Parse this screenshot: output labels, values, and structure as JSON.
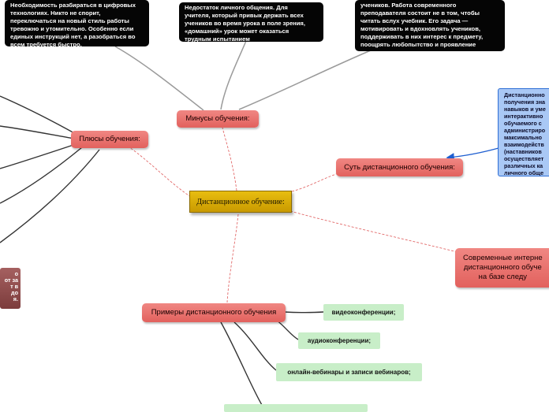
{
  "center": {
    "label": "Дистанционное обучение:"
  },
  "branches": {
    "minuses": "Минусы обучения:",
    "pluses": "Плюсы обучения:",
    "essence": "Суть дистанционного обучения:",
    "modern": "Современные интерне\nдистанционного обуче\nна базе следу",
    "examples": "Примеры дистанционного обучения"
  },
  "notes": {
    "digital": "Необходимость разбираться в цифровых\nтехнологиях. Никто не спорит,\nпереключаться на новый стиль работы\nтревожно и утомительно. Особенно если\nединых инструкций нет, а разобраться во\nвсем требуется быстро.",
    "personal": "Недостаток личного общения. Для\nучителя, который привык держать всех\nучеников во время урока в поле зрения,\n«домашний» урок может оказаться\nтрудным испытанием",
    "motivation": "учеников. Работа современного\nпреподавателя состоит не в том, чтобы\nчитать вслух учебник. Его задача —\nмотивировать и вдохновлять учеников,\nподдерживать в них интерес к предмету,\nпоощрять любопытство и проявление\nинициативы.",
    "definition": "Дистанционно\nполучения зна\nнавыков и уме\nинтерактивно\nобучаемого с\nадминистриро\nмаксимально\nвзаимодейств\n(наставников\nосуществляет\nразличных ка\nличного обще",
    "side_fragment": "о\nот за\nт в\nдо\nя."
  },
  "examples": [
    "видеоконференции;",
    "аудиоконференции;",
    "онлайн-вебинары и записи вебинаров;",
    ""
  ],
  "colors": {
    "connector_dashed": "#e26a6a",
    "connector_gray": "#9a9a9a",
    "connector_dark": "#333333",
    "connector_blue": "#1f5fd0"
  }
}
